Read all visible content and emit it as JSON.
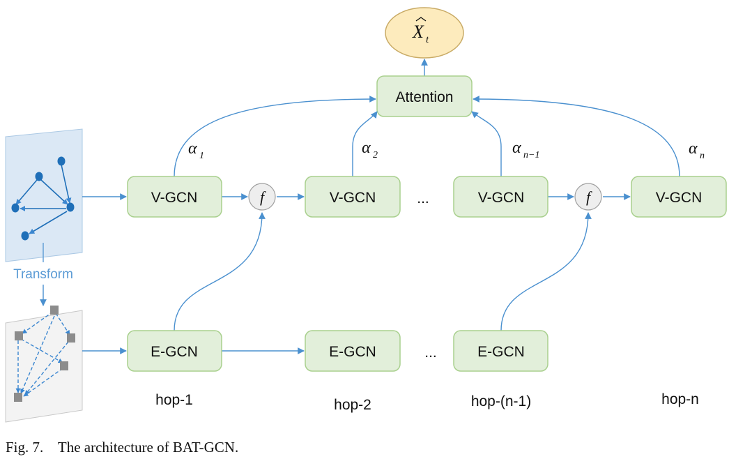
{
  "diagram": {
    "output_node": {
      "symbol": "X",
      "subscript": "t"
    },
    "attention_label": "Attention",
    "vgcn_label": "V-GCN",
    "egcn_label": "E-GCN",
    "fusion_label": "f",
    "ellipsis": "...",
    "transform_label": "Transform",
    "alphas": [
      {
        "symbol": "α",
        "subscript": "1"
      },
      {
        "symbol": "α",
        "subscript": "2"
      },
      {
        "symbol": "α",
        "subscript": "n−1"
      },
      {
        "symbol": "α",
        "subscript": "n"
      }
    ],
    "hops": [
      "hop-1",
      "hop-2",
      "hop-(n-1)",
      "hop-n"
    ],
    "caption": "Fig. 7.    The architecture of BAT-GCN."
  },
  "colors": {
    "box_fill": "#e2efda",
    "box_border": "#a9d08e",
    "arrow": "#4a90cf",
    "output_fill": "#fdebbd",
    "output_border": "#c9ab66",
    "panel_fill": "#dbe8f5",
    "node_fill": "#1f6fb8"
  }
}
